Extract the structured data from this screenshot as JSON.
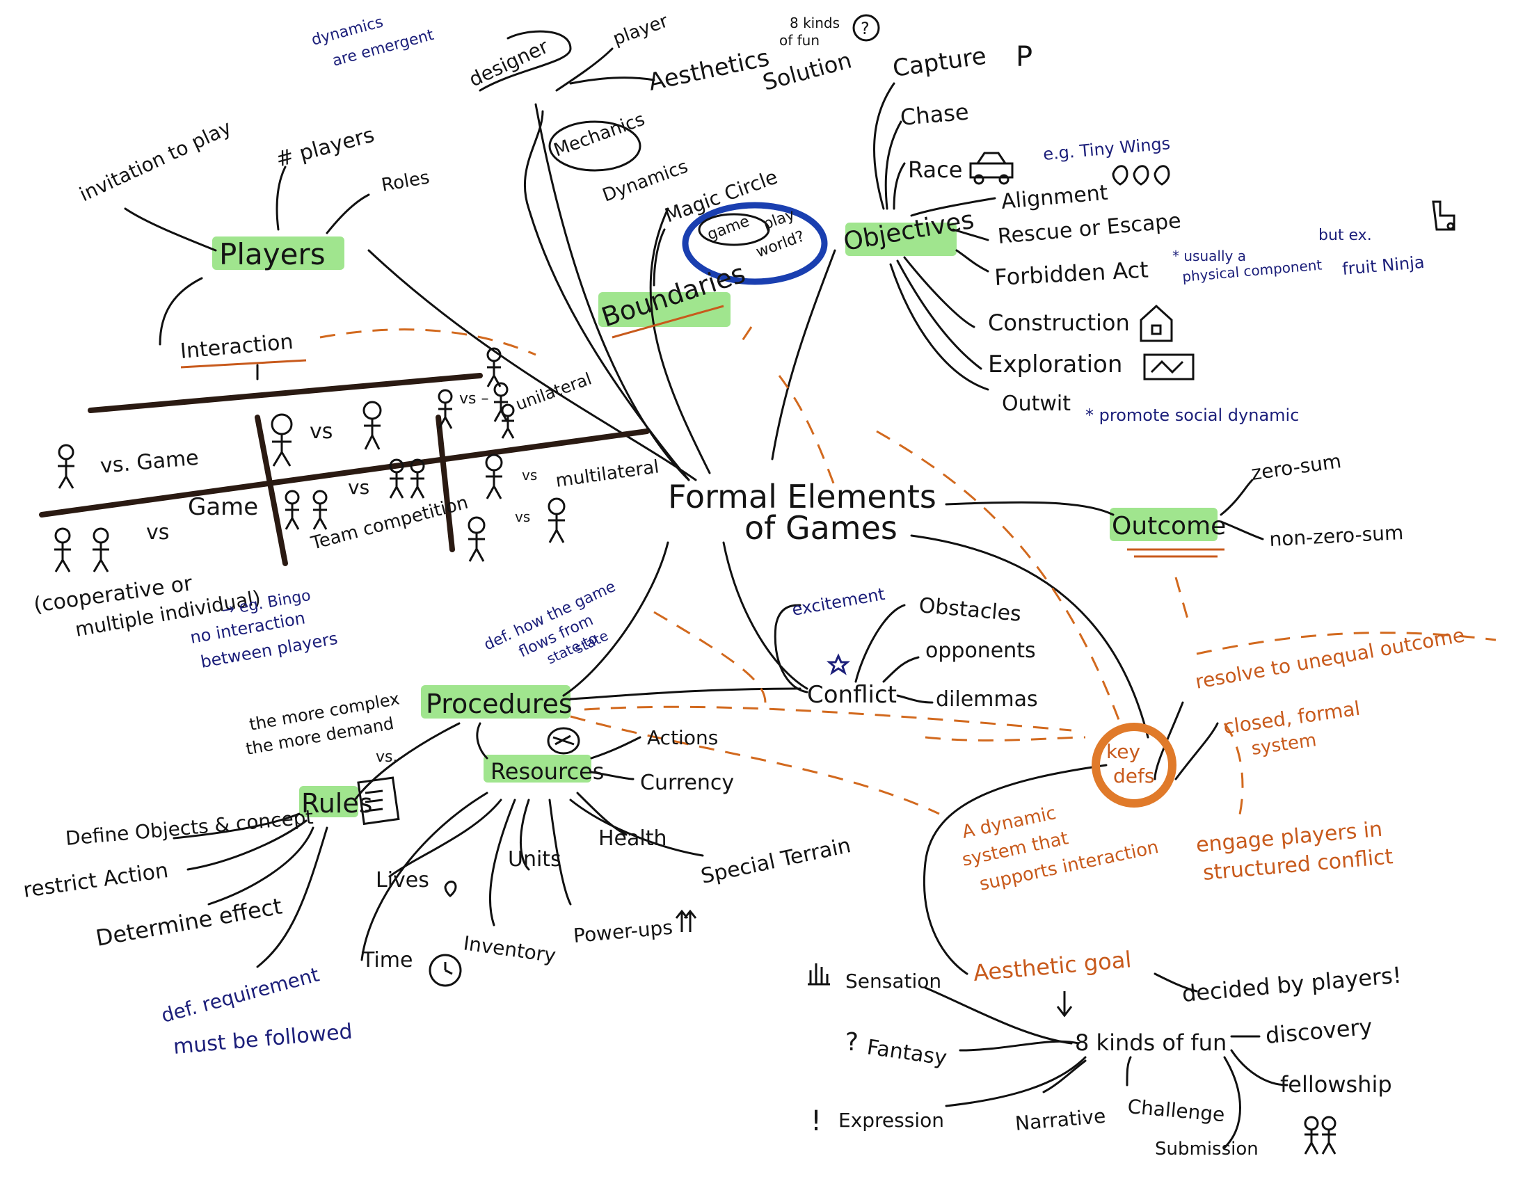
{
  "center": {
    "line1": "Formal Elements",
    "line2": "of Games"
  },
  "mda": {
    "designer": "designer",
    "player": "player",
    "dynamics_note": [
      "dynamics",
      "are emergent"
    ],
    "mechanics": "Mechanics",
    "dynamics": "Dynamics",
    "aesthetics": "Aesthetics",
    "kinds_of_fun_note": [
      "8 kinds",
      "of fun"
    ],
    "question": "?",
    "solution": "Solution"
  },
  "players": {
    "title": "Players",
    "invitation": "invitation to play",
    "count": "# players",
    "roles": "Roles",
    "interaction": "Interaction",
    "patterns": {
      "vs_game": "vs. Game",
      "vs": "vs",
      "vs_dash": "vs –",
      "game": "Game",
      "unilateral": "unilateral",
      "multilateral": "multilateral",
      "team_competition": "Team competition",
      "coop_1": "(cooperative or",
      "coop_2": "multiple individual)",
      "bingo": "→ eg. Bingo",
      "no_interaction_1": "no interaction",
      "no_interaction_2": "between players"
    }
  },
  "boundaries": {
    "title": "Boundaries",
    "magic_circle": "Magic Circle",
    "game": "game",
    "play_world": [
      "play",
      "world?"
    ]
  },
  "objectives": {
    "title": "Objectives",
    "items": [
      "Capture",
      "Chase",
      "Race",
      "Alignment",
      "Rescue or Escape",
      "Forbidden Act",
      "Construction",
      "Exploration",
      "Outwit"
    ],
    "race_eg": "e.g. Tiny Wings",
    "forbidden_note_1": "* usually a",
    "forbidden_note_2": "physical component",
    "forbidden_ex_1": "but ex.",
    "forbidden_ex_2": "fruit Ninja",
    "outwit_note": "* promote social dynamic"
  },
  "outcome": {
    "title": "Outcome",
    "items": [
      "zero-sum",
      "non-zero-sum"
    ],
    "resolve": "resolve to unequal outcome"
  },
  "procedures": {
    "title": "Procedures",
    "def": [
      "def. how the game",
      "flows from",
      "state to",
      "state"
    ],
    "complex": [
      "the more complex",
      "the more demand"
    ],
    "vs": "vs."
  },
  "rules": {
    "title": "Rules",
    "items": [
      "Define Objects & concept",
      "restrict Action",
      "Determine effect"
    ],
    "def": [
      "def. requirement",
      "must be followed"
    ]
  },
  "resources": {
    "title": "Resources",
    "items": [
      "Actions",
      "Currency",
      "Health",
      "Special Terrain",
      "Lives",
      "Units",
      "Time",
      "Inventory",
      "Power-ups"
    ]
  },
  "conflict": {
    "title": "Conflict",
    "excitement": "excitement",
    "items": [
      "Obstacles",
      "opponents",
      "dilemmas"
    ]
  },
  "key_defs": {
    "title": [
      "key",
      "defs"
    ],
    "closed": [
      "closed, formal",
      "system"
    ],
    "dynamic": [
      "A dynamic",
      "system that",
      "supports interaction"
    ],
    "engage": [
      "engage players in",
      "structured conflict"
    ]
  },
  "aesthetic": {
    "goal": "Aesthetic goal",
    "decided": "decided by players!",
    "center": "8 kinds of fun",
    "items": [
      "Sensation",
      "Fantasy",
      "Expression",
      "Narrative",
      "Challenge",
      "Submission",
      "fellowship",
      "discovery"
    ]
  },
  "colors": {
    "ink": "#141414",
    "blue_ink": "#1c1f7a",
    "orange_ink": "#c85a1c",
    "highlight": "#8fe07a",
    "circle_blue": "#1a3fb0"
  }
}
